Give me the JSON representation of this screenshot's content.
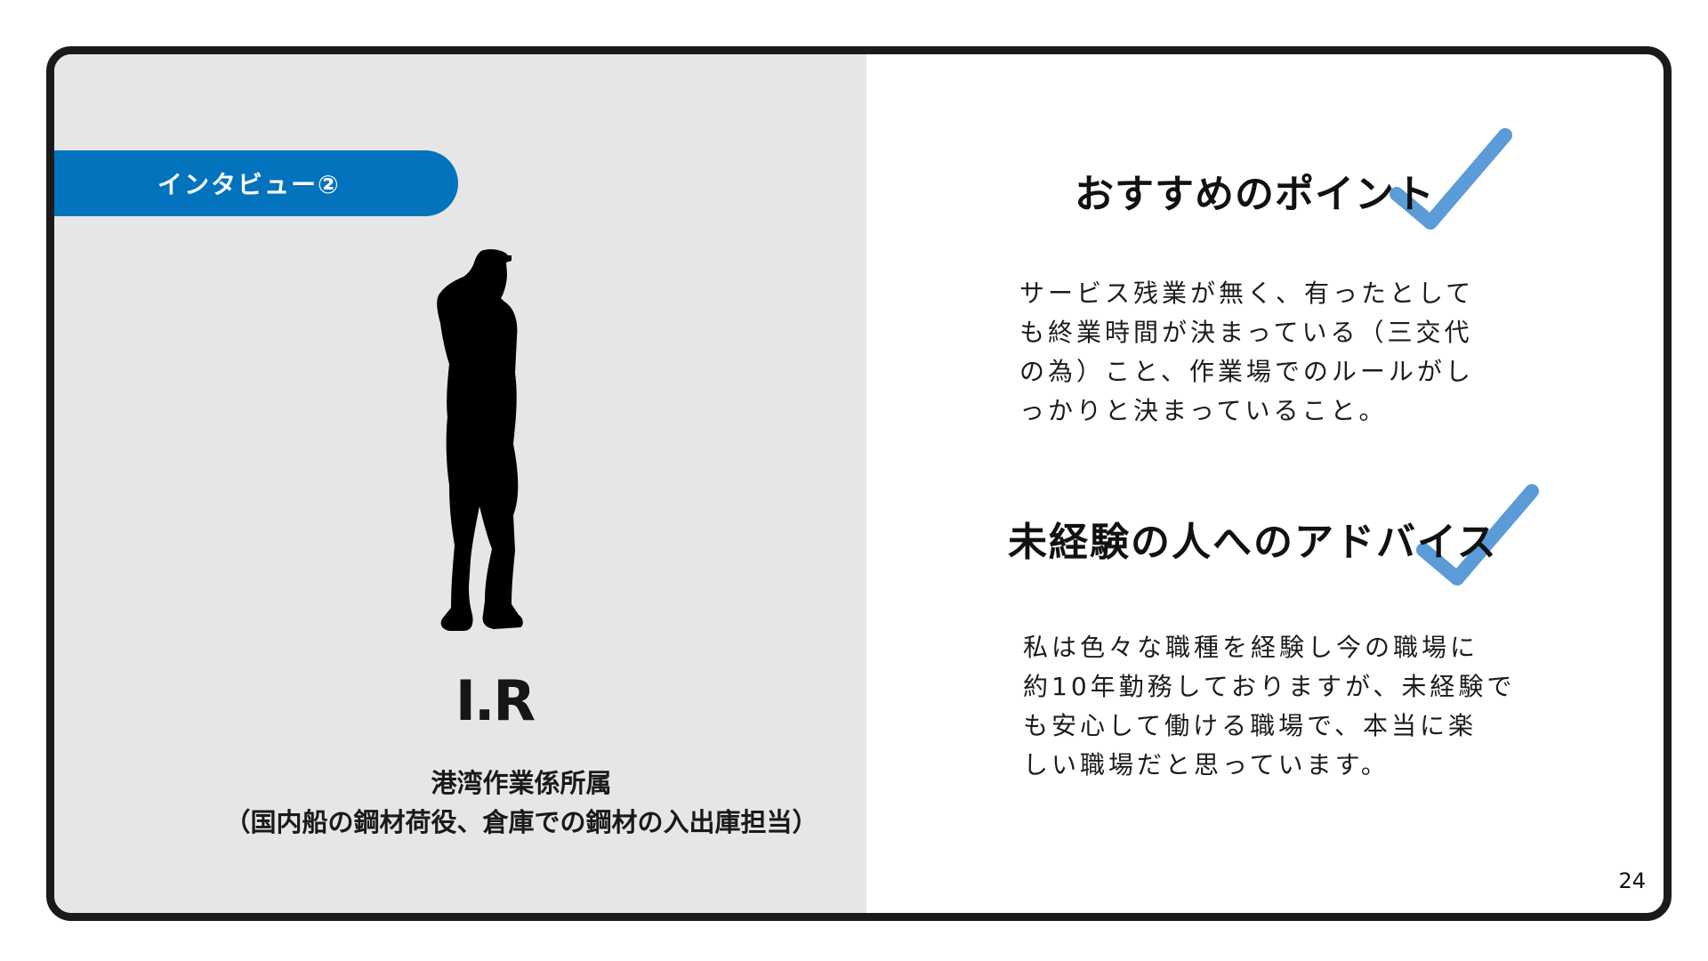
{
  "tag": {
    "label": "インタビュー②"
  },
  "person": {
    "name": "I.R",
    "department": "港湾作業係所属",
    "role": "（国内船の鋼材荷役、倉庫での鋼材の入出庫担当）"
  },
  "sections": [
    {
      "heading": "おすすめのポイント",
      "lines": [
        "サービス残業が無く、有ったとして",
        "も終業時間が決まっている（三交代",
        "の為）こと、作業場でのルールがし",
        "っかりと決まっていること。"
      ]
    },
    {
      "heading": "未経験の人へのアドバイス",
      "lines": [
        "私は色々な職種を経験し今の職場に",
        "約10年勤務しておりますが、未経験で",
        "も安心して働ける職場で、本当に楽",
        "しい職場だと思っています。"
      ]
    }
  ],
  "page_number": "24",
  "icons": {
    "silhouette": "worker-silhouette-icon",
    "check": "checkmark-icon"
  },
  "colors": {
    "accent_blue": "#0473bd",
    "check_blue": "#5b9bd8",
    "left_panel": "#e6e6e7",
    "frame": "#1a1a1a"
  }
}
